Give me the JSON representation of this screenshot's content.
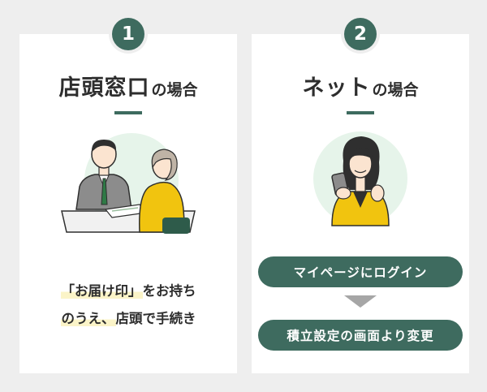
{
  "cards": [
    {
      "number": "1",
      "title_main": "店頭窓口",
      "title_suffix": "の場合",
      "desc_line1_highlight": "「お届け印」",
      "desc_line1_rest": "をお持ち",
      "desc_line2_highlight": "のうえ、",
      "desc_line2_rest": "店頭で手続き",
      "illustration": "counter-consultation-illustration"
    },
    {
      "number": "2",
      "title_main": "ネット",
      "title_suffix": "の場合",
      "step1": "マイページにログイン",
      "step2": "積立設定の画面より変更",
      "illustration": "smartphone-user-illustration"
    }
  ],
  "colors": {
    "accent": "#3e6b5f",
    "background": "#eeeeee",
    "highlight": "#fbf4c8",
    "arrow": "#a6a6a6"
  }
}
